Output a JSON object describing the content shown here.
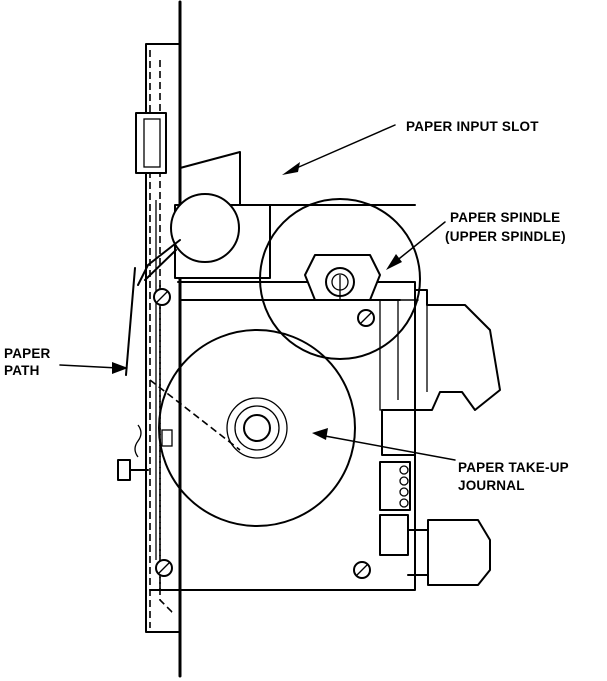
{
  "labels": {
    "paper_input_slot": "PAPER INPUT SLOT",
    "paper_spindle_line1": "PAPER SPINDLE",
    "paper_spindle_line2": "(UPPER SPINDLE)",
    "paper_path_line1": "PAPER",
    "paper_path_line2": "PATH",
    "take_up_line1": "PAPER TAKE-UP",
    "take_up_line2": "JOURNAL"
  }
}
